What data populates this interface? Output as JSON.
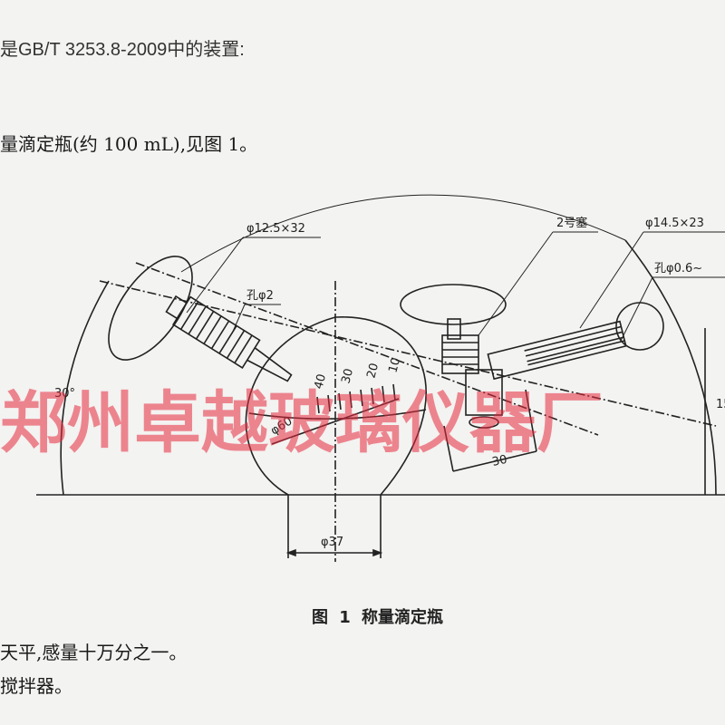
{
  "text": {
    "line1": "是GB/T 3253.8-2009中的装置:",
    "line2": "量滴定瓶(约 100 mL),见图 1。",
    "caption": "图 1  称量滴定瓶",
    "line3": "天平,感量十万分之一。",
    "line4": "搅拌器。"
  },
  "labels": {
    "dim_left_joint": "φ12.5×32",
    "hole_left": "孔φ2",
    "stopper": "2号塞",
    "dim_right_joint": "φ14.5×23",
    "hole_right": "孔φ0.6~",
    "angle": "30°",
    "dim_flask": "φ60",
    "dim_base": "φ37",
    "dim_30": "30",
    "dim_right_edge": "15",
    "scale": [
      "40",
      "30",
      "20",
      "10"
    ]
  },
  "watermark": "郑州卓越玻璃仪器厂",
  "colors": {
    "ink": "#222222",
    "watermark": "#e6283c",
    "background": "#f3f3f1"
  }
}
